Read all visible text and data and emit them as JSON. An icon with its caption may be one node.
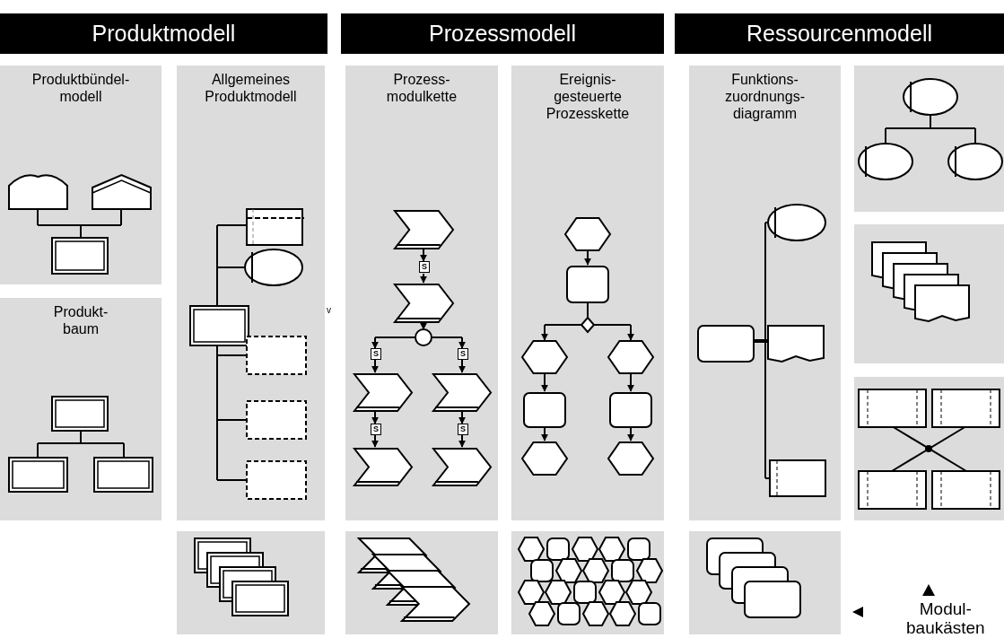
{
  "diagram": {
    "nodes": [
      {
        "text": [
          "Produktmodell"
        ]
      },
      {
        "text": [
          "Prozessmodell"
        ]
      },
      {
        "text": [
          "Ressourcenmodell"
        ]
      },
      {
        "text": [
          "Produktbündel- modell"
        ]
      },
      {
        "text": [
          "Produkt- baum"
        ]
      },
      {
        "text": [
          "Allgemeines Produktmodell"
        ]
      },
      {
        "text": [
          "Prozess- modulkette"
        ]
      },
      {
        "text": [
          "Ereignis- gesteuerte Prozesskette"
        ]
      },
      {
        "text": [
          "Funktions- zuordnungs- diagramm"
        ]
      },
      {
        "text": [],
        "shape": "box"
      },
      {
        "text": [],
        "shape": "box"
      },
      {
        "text": [],
        "shape": "box"
      },
      {
        "text": [],
        "shape": "box"
      },
      {
        "text": [],
        "shape": "box"
      },
      {
        "text": [],
        "shape": "box"
      },
      {
        "text": [],
        "shape": "box"
      }
    ],
    "labels": [
      "v",
      "S",
      "S",
      "S",
      "S",
      "S",
      "Modul- baukästen"
    ]
  }
}
